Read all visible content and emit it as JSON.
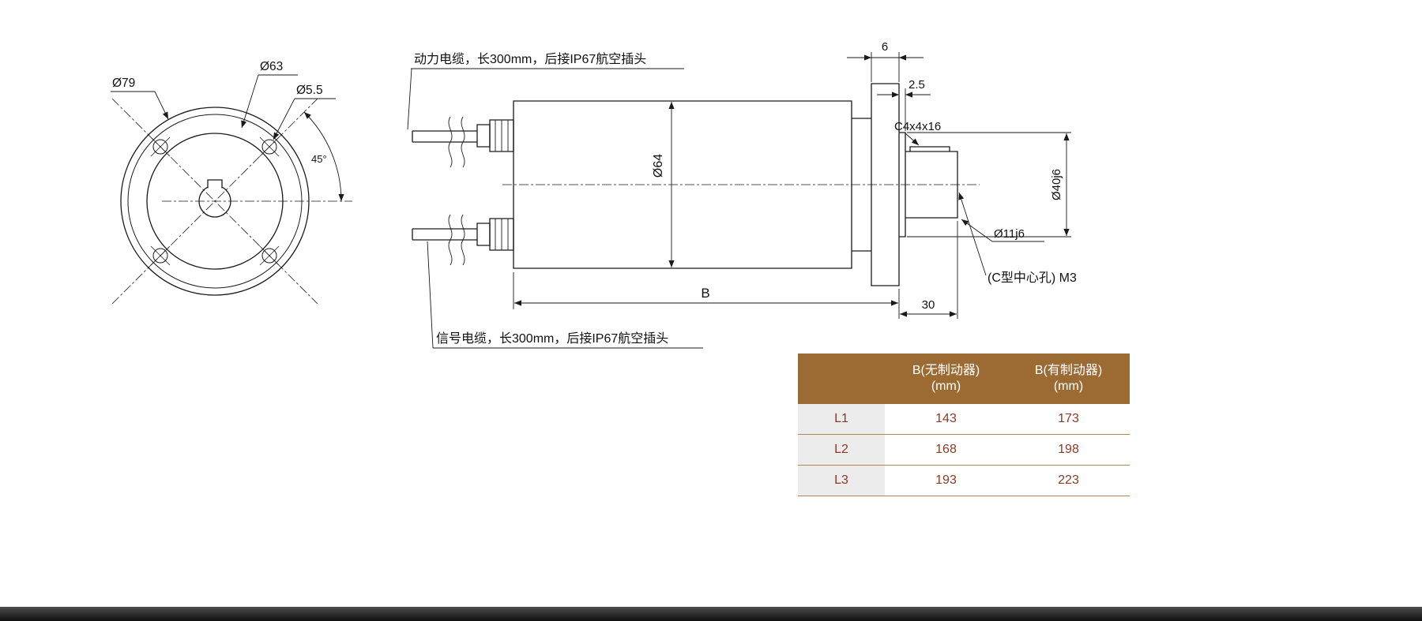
{
  "drawing": {
    "front_view": {
      "dim_outer": "Ø79",
      "dim_bolt_circle": "Ø63",
      "dim_bolt_hole": "Ø5.5",
      "dim_angle": "45°"
    },
    "side_view": {
      "power_cable_note": "动力电缆，长300mm，后接IP67航空插头",
      "signal_cable_note": "信号电缆，长300mm，后接IP67航空插头",
      "dim_body_dia": "Ø64",
      "dim_flange_thickness": "6",
      "dim_spigot_thickness": "2.5",
      "keyway_note": "C4x4x16",
      "dim_spigot_dia": "Ø40j6",
      "dim_shaft_dia": "Ø11j6",
      "center_hole_note": "(C型中心孔) M3",
      "dim_length_label": "B",
      "dim_shaft_length": "30"
    }
  },
  "spec_table": {
    "columns": [
      {
        "line1": "B(无制动器)",
        "line2": "(mm)"
      },
      {
        "line1": "B(有制动器)",
        "line2": "(mm)"
      }
    ],
    "rows": [
      {
        "label": "L1",
        "no_brake": "143",
        "with_brake": "173"
      },
      {
        "label": "L2",
        "no_brake": "168",
        "with_brake": "198"
      },
      {
        "label": "L3",
        "no_brake": "193",
        "with_brake": "223"
      }
    ]
  },
  "colors": {
    "line": "#1a1a1a",
    "table_header_bg": "#9c6b33",
    "table_header_text": "#ffffff",
    "table_row_label_bg": "#ececec",
    "table_border": "#b5854d",
    "table_text": "#8a3a26"
  }
}
